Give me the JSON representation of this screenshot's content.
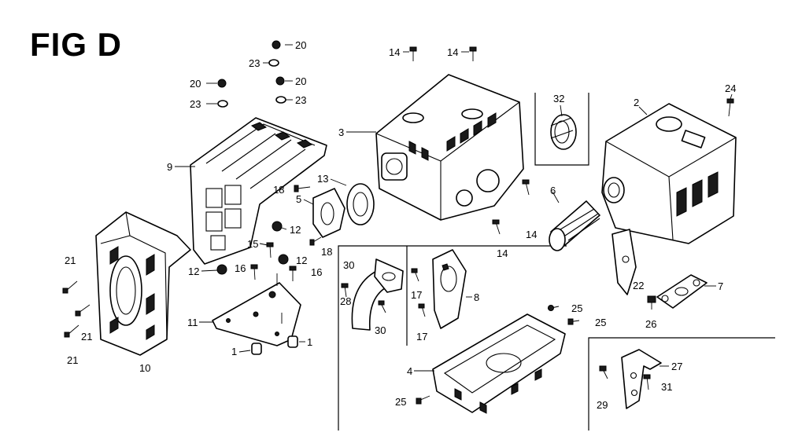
{
  "figure": {
    "title": "FIG D"
  },
  "callouts": {
    "c1a": "1",
    "c1b": "1",
    "c2": "2",
    "c3": "3",
    "c4": "4",
    "c5": "5",
    "c6": "6",
    "c7": "7",
    "c8": "8",
    "c9": "9",
    "c10": "10",
    "c11": "11",
    "c12a": "12",
    "c12b": "12",
    "c12c": "12",
    "c13": "13",
    "c14a": "14",
    "c14b": "14",
    "c14c": "14",
    "c14d": "14",
    "c15": "15",
    "c16a": "16",
    "c16b": "16",
    "c17a": "17",
    "c17b": "17",
    "c18a": "18",
    "c18b": "18",
    "c20a": "20",
    "c20b": "20",
    "c20c": "20",
    "c21a": "21",
    "c21b": "21",
    "c21c": "21",
    "c22": "22",
    "c23a": "23",
    "c23b": "23",
    "c23c": "23",
    "c24": "24",
    "c25a": "25",
    "c25b": "25",
    "c25c": "25",
    "c26": "26",
    "c27": "27",
    "c28": "28",
    "c29": "29",
    "c30a": "30",
    "c30b": "30",
    "c31": "31",
    "c32": "32"
  }
}
